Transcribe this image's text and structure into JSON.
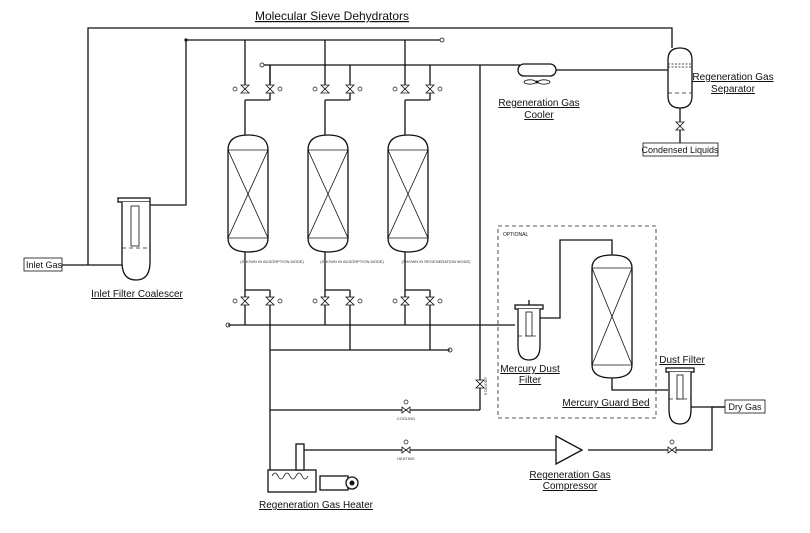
{
  "diagram": {
    "title": "Molecular Sieve Dehydrators",
    "labels": {
      "inlet_gas": "Inlet Gas",
      "inlet_filter": "Inlet Filter Coalescer",
      "regen_cooler_1": "Regeneration Gas",
      "regen_cooler_2": "Cooler",
      "regen_separator_1": "Regeneration Gas",
      "regen_separator_2": "Separator",
      "condensed_liquids": "Condensed Liquids",
      "optional": "OPTIONAL",
      "mercury_dust_1": "Mercury Dust",
      "mercury_dust_2": "Filter",
      "mercury_guard_bed": "Mercury Guard Bed",
      "dust_filter": "Dust Filter",
      "dry_gas": "Dry Gas",
      "regen_compressor_1": "Regeneration Gas",
      "regen_compressor_2": "Compressor",
      "regen_heater": "Regeneration Gas Heater",
      "mode_1": "(SHOWN IN ADSORPTION MODE)",
      "mode_2": "(SHOWN IN ADSORPTION MODE)",
      "mode_3": "(SHOWN IN REGENERATION MODE)",
      "cooling": "COOLING",
      "heating": "HEATING",
      "standby": "STANDBY"
    }
  }
}
